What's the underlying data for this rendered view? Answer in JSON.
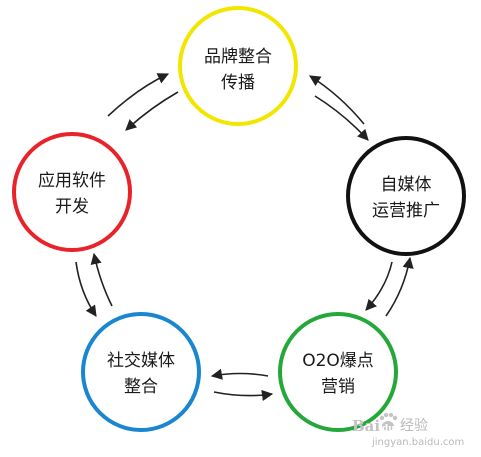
{
  "nodes": [
    {
      "id": "brand",
      "lines": [
        "品牌整合",
        "传播"
      ],
      "color": "#f2e600"
    },
    {
      "id": "self-media",
      "lines": [
        "自媒体",
        "运营推广"
      ],
      "color": "#111111"
    },
    {
      "id": "o2o",
      "lines": [
        "O2O爆点",
        "营销"
      ],
      "color": "#25a83a"
    },
    {
      "id": "social",
      "lines": [
        "社交媒体",
        "整合"
      ],
      "color": "#1a86d0"
    },
    {
      "id": "app",
      "lines": [
        "应用软件",
        "开发"
      ],
      "color": "#e8232a"
    }
  ],
  "watermark": {
    "brand": "Bai",
    "paw": "du",
    "suffix": "经验",
    "url": "jingyan.baidu.com"
  },
  "arrow_color": "#222222"
}
